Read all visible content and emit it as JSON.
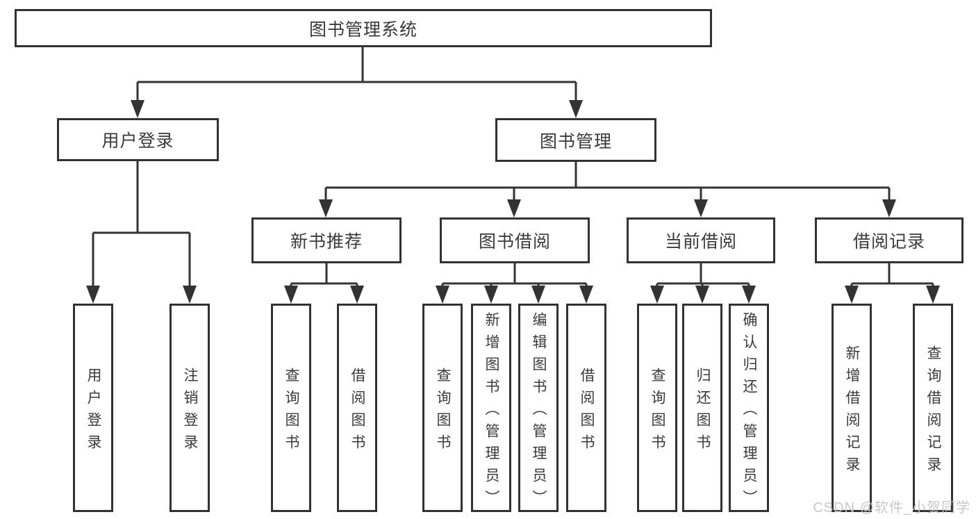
{
  "tree": {
    "label": "图书管理系统",
    "children": [
      {
        "label": "用户登录",
        "children": [
          {
            "label": "用户登录"
          },
          {
            "label": "注销登录"
          }
        ]
      },
      {
        "label": "图书管理",
        "children": [
          {
            "label": "新书推荐",
            "children": [
              {
                "label": "查询图书"
              },
              {
                "label": "借阅图书"
              }
            ]
          },
          {
            "label": "图书借阅",
            "children": [
              {
                "label": "查询图书"
              },
              {
                "label": "新增图书（管理员）"
              },
              {
                "label": "编辑图书（管理员）"
              },
              {
                "label": "借阅图书"
              }
            ]
          },
          {
            "label": "当前借阅",
            "children": [
              {
                "label": "查询图书"
              },
              {
                "label": "归还图书"
              },
              {
                "label": "确认归还（管理员）"
              }
            ]
          },
          {
            "label": "借阅记录",
            "children": [
              {
                "label": "新增借阅记录"
              },
              {
                "label": "查询借阅记录"
              }
            ]
          }
        ]
      }
    ]
  },
  "watermark": "CSDN @软件_小贺同学",
  "colors": {
    "line": "#333333",
    "box_border": "#323232",
    "text": "#3a3a3a",
    "background": "#ffffff",
    "watermark_text": "#c5c5c5"
  }
}
